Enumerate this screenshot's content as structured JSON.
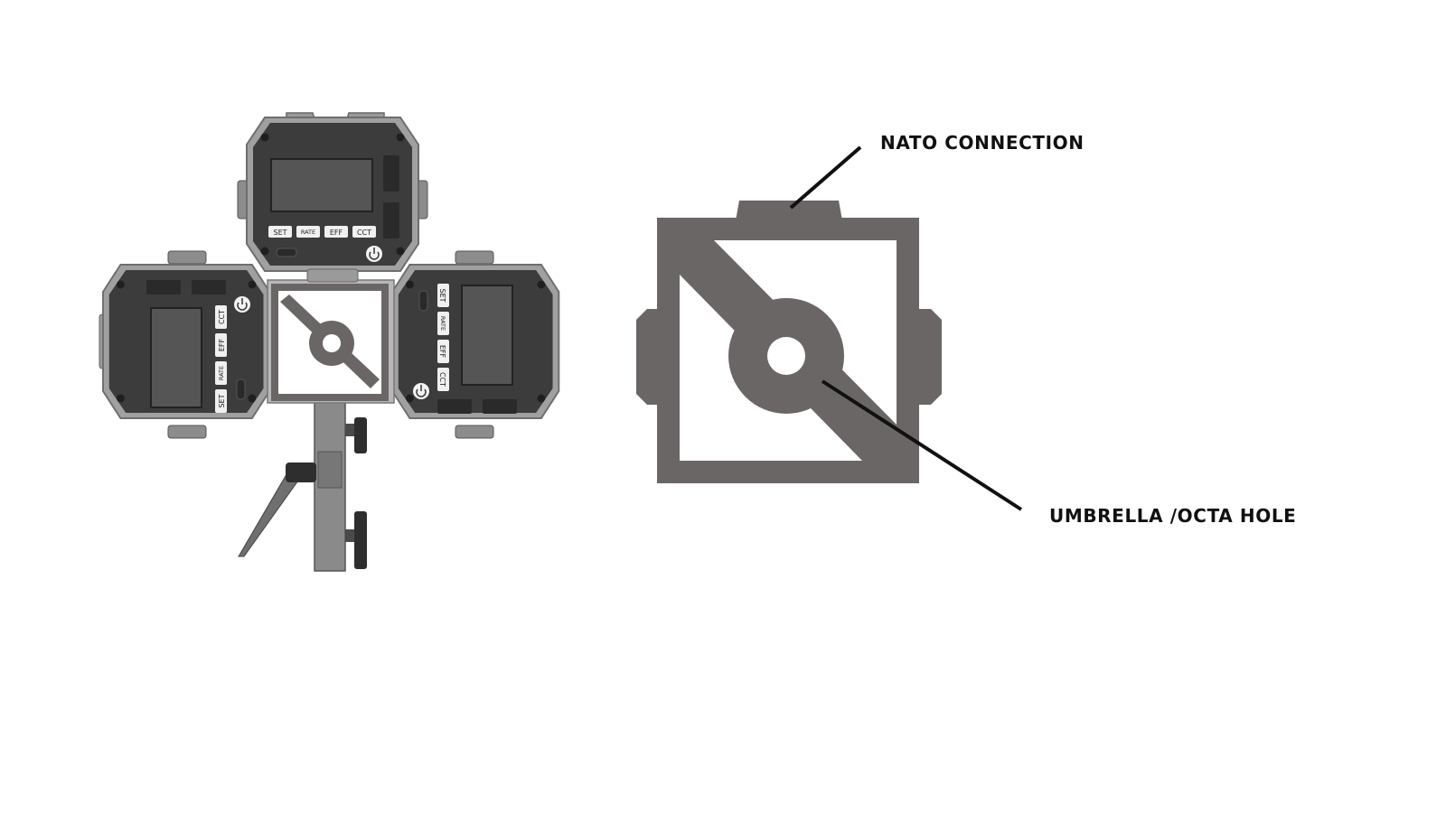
{
  "callouts": {
    "nato": "NATO CONNECTION",
    "umbrella": "UMBRELLA /OCTA HOLE"
  },
  "light_buttons": {
    "set": "SET",
    "rate": "RATE",
    "eff": "EFF",
    "cct": "CCT"
  },
  "colors": {
    "background": "#ffffff",
    "bracket_gray": "#6a6666",
    "light_body": "#3a3a3a",
    "light_frame": "#9a9a9a",
    "screen": "#555555",
    "leader_line": "#111111"
  }
}
